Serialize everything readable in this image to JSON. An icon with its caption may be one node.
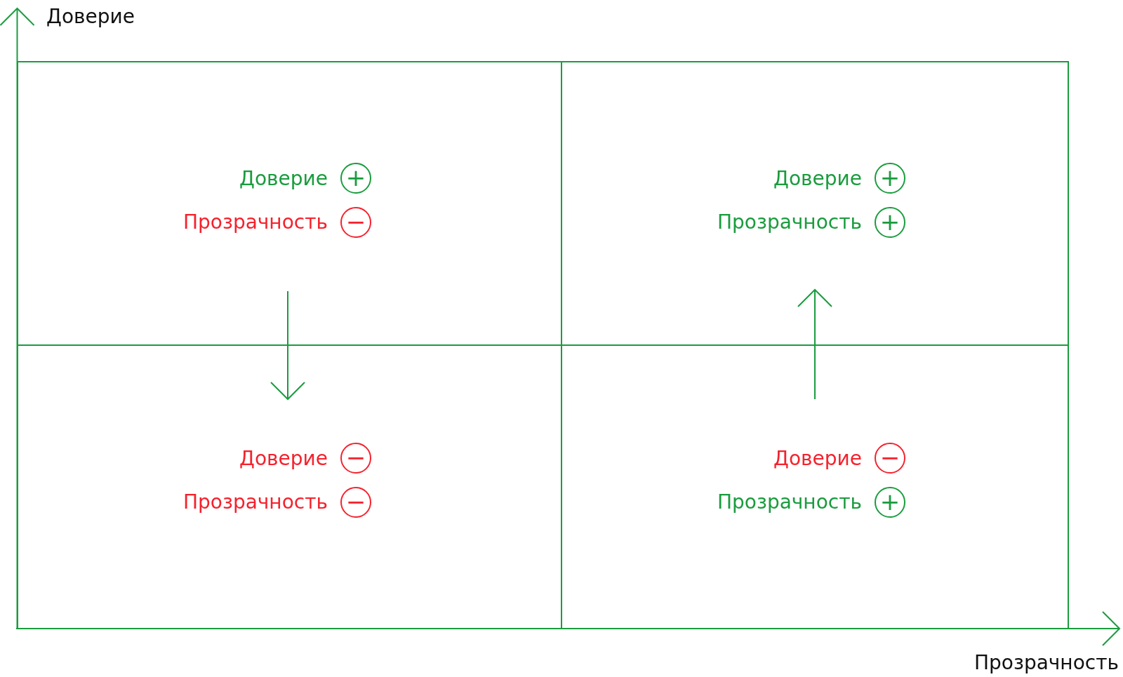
{
  "diagram": {
    "nodes": [
      {
        "text": [],
        "shape": "box"
      },
      {
        "text": [],
        "shape": "box"
      },
      {
        "text": [],
        "shape": "box"
      },
      {
        "text": [],
        "shape": "box"
      },
      {
        "text": [
          "Доверие",
          "Прозрачность"
        ],
        "in": 0
      },
      {
        "text": [
          "Доверие",
          "Прозрачность"
        ],
        "in": 1
      },
      {
        "text": [
          "Доверие",
          "Прозрачность"
        ],
        "in": 2
      },
      {
        "text": [
          "Доверие",
          "Прозрачность"
        ],
        "in": 3
      },
      {
        "text": [
          "+"
        ],
        "in": 0
      },
      {
        "text": [
          "−"
        ],
        "in": 0
      },
      {
        "text": [
          "+"
        ],
        "in": 1
      },
      {
        "text": [
          "+"
        ],
        "in": 1
      },
      {
        "text": [
          "−"
        ],
        "in": 2
      },
      {
        "text": [
          "−"
        ],
        "in": 2
      },
      {
        "text": [
          "−"
        ],
        "in": 3
      },
      {
        "text": [
          "+"
        ],
        "in": 3
      }
    ],
    "edges": [
      {
        "from": 4,
        "to": 6,
        "arrow": "to"
      },
      {
        "from": 7,
        "to": 5,
        "arrow": "to"
      }
    ],
    "labels": [
      "Доверие",
      "Прозрачность"
    ]
  }
}
